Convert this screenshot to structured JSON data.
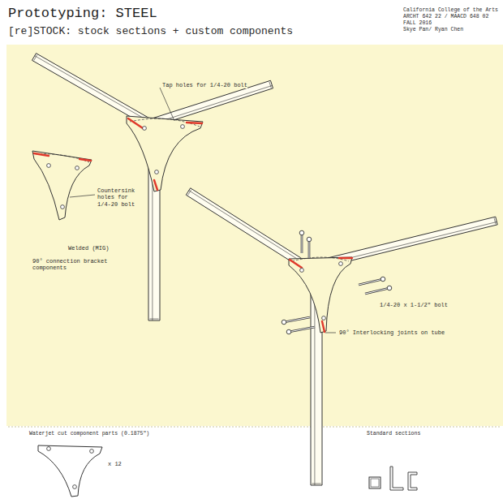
{
  "diagram": {
    "title": "Prototyping: STEEL",
    "labels": [
      "[re]STOCK: stock sections + custom components",
      "California College of the Arts",
      "ARCHT 642 22 / MAACD 648 02",
      "FALL 2016",
      "Skye Pan/ Ryan Chen",
      "Tap holes for 1/4-20 bolt",
      "Countersink holes for 1/4-20 bolt",
      "Welded (MIG)",
      "90° connection bracket components",
      "1/4-20 x 1-1/2\" bolt",
      "90° Interlocking joints on tube",
      "Waterjet cut component parts (0.1875\")",
      "x 12",
      "Standard sections"
    ]
  }
}
